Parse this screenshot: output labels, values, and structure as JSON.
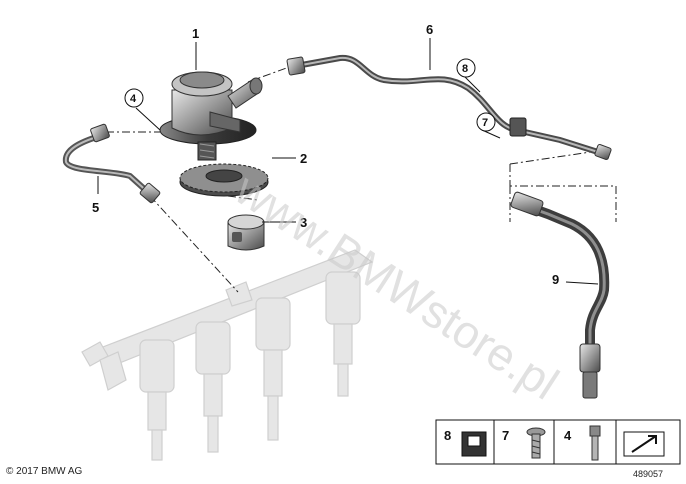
{
  "callouts": [
    {
      "id": "1",
      "text": "1"
    },
    {
      "id": "2",
      "text": "2"
    },
    {
      "id": "3",
      "text": "3"
    },
    {
      "id": "4",
      "text": "4"
    },
    {
      "id": "5",
      "text": "5"
    },
    {
      "id": "6",
      "text": "6"
    },
    {
      "id": "7",
      "text": "7"
    },
    {
      "id": "8",
      "text": "8"
    },
    {
      "id": "9",
      "text": "9"
    }
  ],
  "legend": {
    "items": [
      {
        "number": "8"
      },
      {
        "number": "7"
      },
      {
        "number": "4"
      }
    ]
  },
  "watermark": "www.BMWstore.pl",
  "copyright": "© 2017 BMW AG",
  "image_id": "489057"
}
